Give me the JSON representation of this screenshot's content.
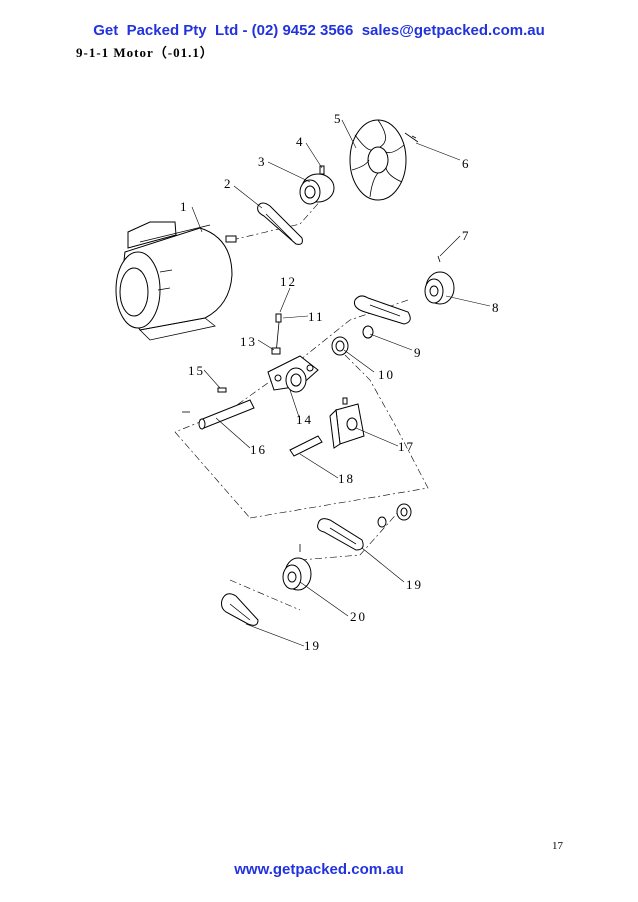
{
  "header": {
    "text": "Get  Packed Pty  Ltd - (02) 9452 3566  sales@getpacked.com.au"
  },
  "section": {
    "title": "9-1-1 Motor（-01.1）"
  },
  "diagram": {
    "callouts": [
      "1",
      "2",
      "3",
      "4",
      "5",
      "6",
      "7",
      "8",
      "9",
      "10",
      "11",
      "12",
      "13",
      "14",
      "15",
      "16",
      "17",
      "18",
      "19",
      "20",
      "19"
    ]
  },
  "page": {
    "number": "17"
  },
  "footer": {
    "url": "www.getpacked.com.au"
  }
}
